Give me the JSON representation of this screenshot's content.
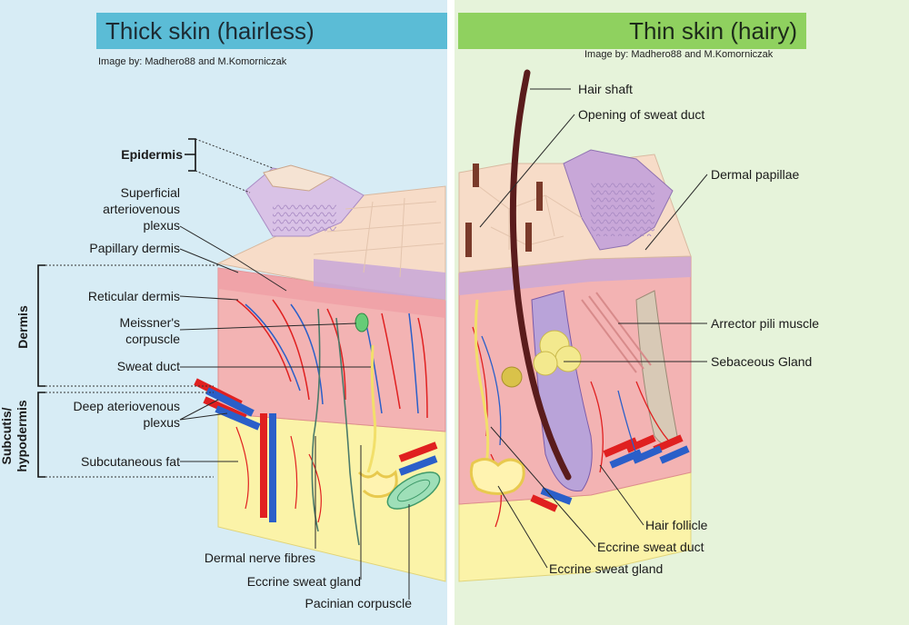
{
  "left_panel": {
    "title": "Thick skin (hairless)",
    "credit": "Image by: Madhero88 and M.Komorniczak",
    "labels": {
      "epidermis": "Epidermis",
      "superficial_1": "Superficial",
      "superficial_2": "arteriovenous",
      "superficial_3": "plexus",
      "papillary_dermis": "Papillary dermis",
      "reticular_dermis": "Reticular dermis",
      "meissner_1": "Meissner's",
      "meissner_2": "corpuscle",
      "sweat_duct": "Sweat duct",
      "deep_1": "Deep ateriovenous",
      "deep_2": "plexus",
      "subcutaneous_fat": "Subcutaneous fat",
      "dermal_nerve_fibres": "Dermal nerve fibres",
      "eccrine_sweat_gland": "Eccrine sweat gland",
      "pacinian_corpuscle": "Pacinian corpuscle"
    },
    "side_labels": {
      "dermis": "Dermis",
      "subcutis_1": "Subcutis/",
      "subcutis_2": "hypodermis"
    }
  },
  "right_panel": {
    "title": "Thin skin (hairy)",
    "credit": "Image by: Madhero88 and M.Komorniczak",
    "labels": {
      "hair_shaft": "Hair shaft",
      "opening_sweat_duct": "Opening of sweat duct",
      "dermal_papillae": "Dermal papillae",
      "arrector_pili": "Arrector pili muscle",
      "sebaceous_gland": "Sebaceous Gland",
      "hair_follicle": "Hair follicle",
      "eccrine_sweat_duct": "Eccrine sweat duct",
      "eccrine_sweat_gland": "Eccrine sweat gland"
    }
  },
  "colors": {
    "left_bg": "#d7ecf5",
    "right_bg": "#e6f3da",
    "left_title_bg": "#5bbcd6",
    "right_title_bg": "#8fd15f",
    "epidermis_top": "#f7dcc8",
    "epidermis_layer": "#c8a7d8",
    "dermis": "#f3b3b3",
    "fat": "#fbf3a8",
    "artery": "#e02020",
    "vein": "#2a5fc9",
    "hair": "#5a1c1c"
  }
}
